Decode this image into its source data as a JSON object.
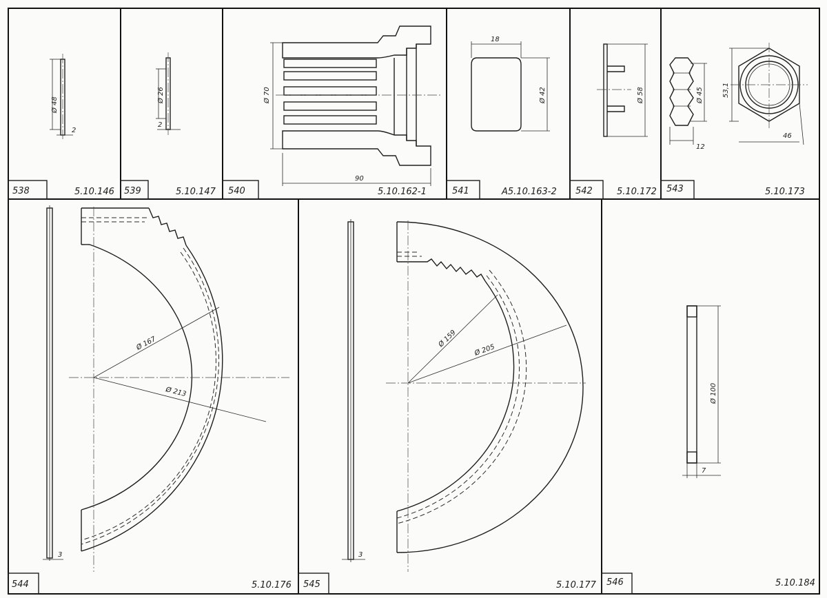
{
  "cells": [
    {
      "number": "538",
      "code": "5.10.146",
      "dims": [
        "Ø 48",
        "2"
      ]
    },
    {
      "number": "539",
      "code": "5.10.147",
      "dims": [
        "Ø 26",
        "2"
      ]
    },
    {
      "number": "540",
      "code": "5.10.162-1",
      "dims": [
        "Ø 70",
        "90"
      ]
    },
    {
      "number": "541",
      "code": "А5.10.163-2",
      "dims": [
        "18",
        "Ø 42"
      ]
    },
    {
      "number": "542",
      "code": "5.10.172",
      "dims": [
        "Ø 58"
      ]
    },
    {
      "number": "543",
      "code": "5.10.173",
      "dims": [
        "Ø 45",
        "53,1",
        "12",
        "46"
      ]
    },
    {
      "number": "544",
      "code": "5.10.176",
      "dims": [
        "Ø 167",
        "Ø 213",
        "3"
      ]
    },
    {
      "number": "545",
      "code": "5.10.177",
      "dims": [
        "Ø 159",
        "Ø 205",
        "3"
      ]
    },
    {
      "number": "546",
      "code": "5.10.184",
      "dims": [
        "Ø 100",
        "7"
      ]
    }
  ],
  "colors": {
    "ink": "#1e1e1e",
    "paper": "#fbfbfa",
    "hatch": "#2a2a2a"
  }
}
